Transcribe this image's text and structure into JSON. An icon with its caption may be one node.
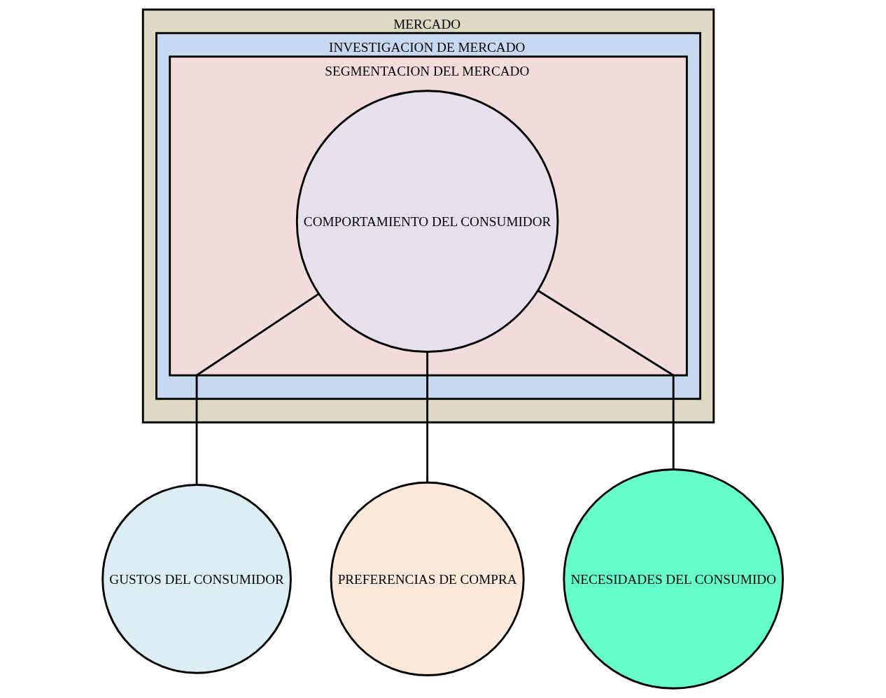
{
  "diagram": {
    "nodes": [
      {
        "text": [
          "MERCADO"
        ]
      },
      {
        "text": [
          "INVESTIGACION DE MERCADO"
        ],
        "in": 0
      },
      {
        "text": [
          "SEGMENTACION DEL MERCADO"
        ],
        "in": 1
      },
      {
        "text": [
          "COMPORTAMIENTO DEL CONSUMIDOR"
        ],
        "in": 2
      },
      {
        "text": [
          "GUSTOS DEL CONSUMIDOR"
        ]
      },
      {
        "text": [
          "PREFERENCIAS DE COMPRA"
        ]
      },
      {
        "text": [
          "NECESIDADES DEL CONSUMIDO"
        ]
      }
    ],
    "edges": [
      {
        "from": 3,
        "to": 4,
        "arrow": "none"
      },
      {
        "from": 3,
        "to": 5,
        "arrow": "none"
      },
      {
        "from": 3,
        "to": 6,
        "arrow": "none"
      }
    ]
  }
}
